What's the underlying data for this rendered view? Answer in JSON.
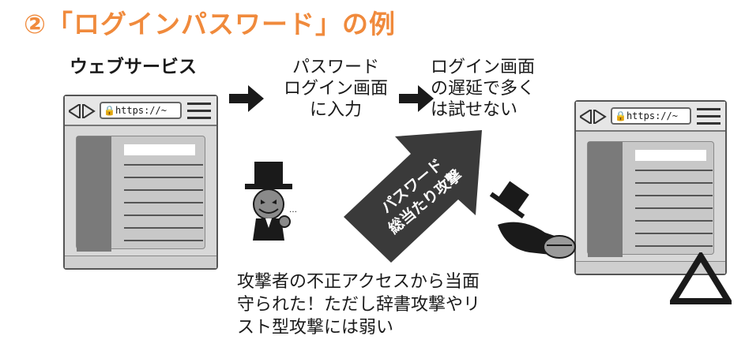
{
  "title": "②「ログインパスワード」の例",
  "service_label": "ウェブサービス",
  "step1_lines": [
    "パスワード",
    "ログイン画面",
    "に入力"
  ],
  "step2_lines": [
    "ログイン画面",
    "の遅延で多く",
    "は試せない"
  ],
  "browser_url": "https://~",
  "attack_arrow_lines": [
    "パスワード",
    "総当たり攻撃"
  ],
  "bottom_lines": [
    "攻撃者の不正アクセスから当面",
    "守られた！ただし辞書攻撃やリ",
    "スト型攻撃には弱い"
  ],
  "warning_icon": "triangle-warning-icon",
  "colors": {
    "title": "#f08a3c",
    "arrow": "#3a3a3a"
  }
}
